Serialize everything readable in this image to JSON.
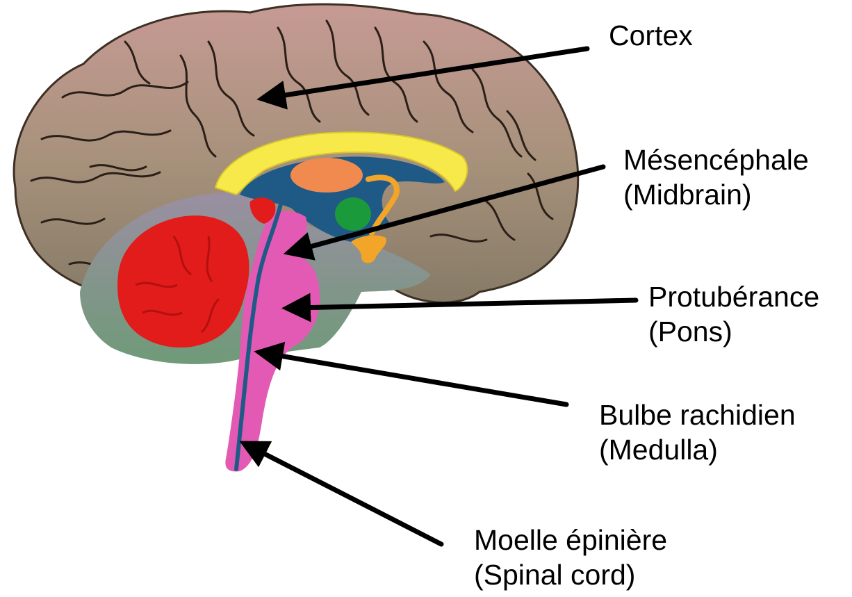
{
  "labels": {
    "cortex": {
      "line1": "Cortex"
    },
    "midbrain": {
      "line1": "Mésencéphale",
      "line2": "(Midbrain)"
    },
    "pons": {
      "line1": "Protubérance",
      "line2": "(Pons)"
    },
    "medulla": {
      "line1": "Bulbe rachidien",
      "line2": "(Medulla)"
    },
    "spinal_cord": {
      "line1": "Moelle épinière",
      "line2": "(Spinal cord)"
    }
  },
  "colors": {
    "cortex": "#a9947c",
    "corpus_callosum": "#f7e94a",
    "ventricle": "#1f5a86",
    "thalamus": "#f08a4e",
    "hypothalamus_green": "#1a9a3a",
    "pituitary_orange": "#f3a52a",
    "cerebellum": "#e21b1b",
    "brainstem": "#e35ab5",
    "deep_region": "#8a8fa0",
    "arrow": "#000000"
  }
}
